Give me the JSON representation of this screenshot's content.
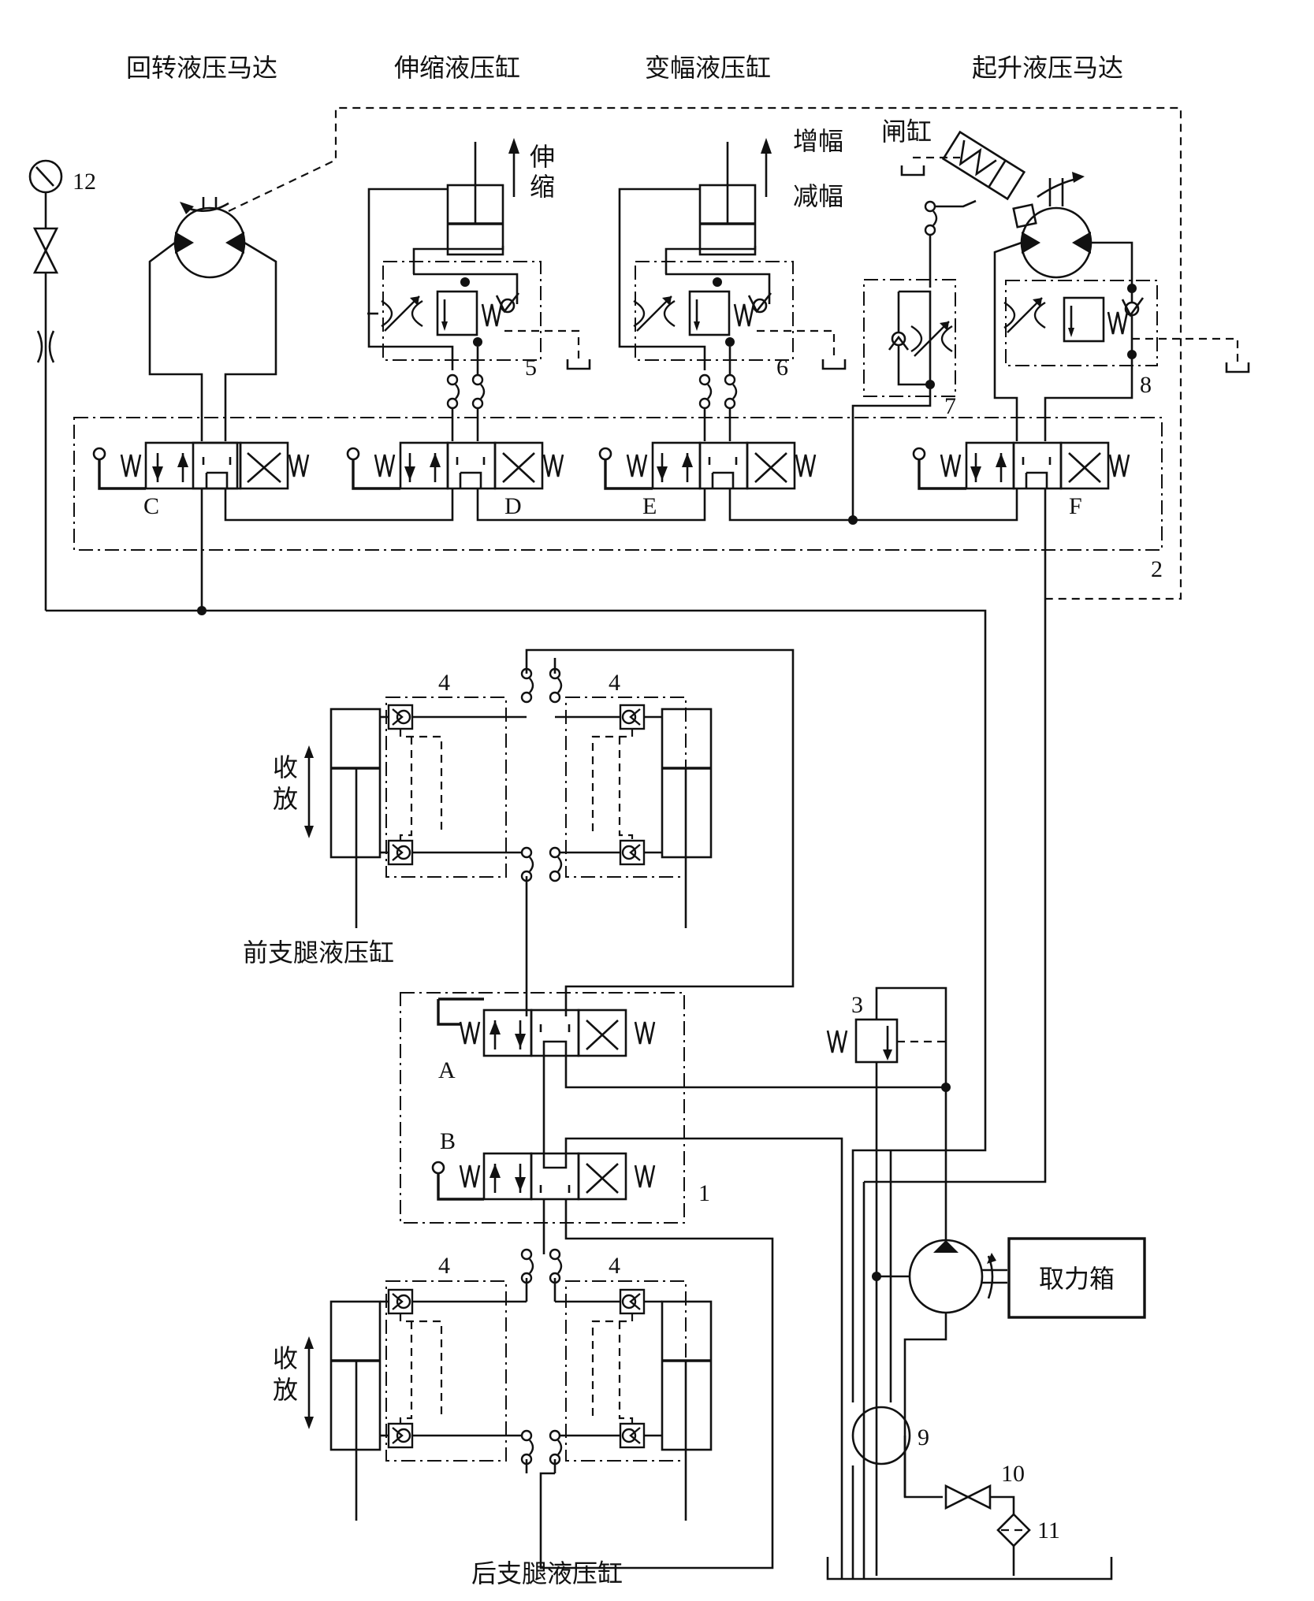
{
  "titles": {
    "slew_motor": "回转液压马达",
    "telescope_cyl": "伸缩液压缸",
    "luffing_cyl": "变幅液压缸",
    "hoist_motor": "起升液压马达",
    "front_outrigger": "前支腿液压缸",
    "rear_outrigger": "后支腿液压缸"
  },
  "annotations": {
    "extend_word_1": "伸",
    "extend_word_2": "缩",
    "luff_up": "增幅",
    "luff_down": "减幅",
    "brake_cyl": "闸缸",
    "retract_1": "收",
    "retract_2": "放",
    "pto": "取力箱"
  },
  "valve_letters": {
    "a": "A",
    "b": "B",
    "c": "C",
    "d": "D",
    "e": "E",
    "f": "F"
  },
  "numbers": {
    "n1": "1",
    "n2": "2",
    "n3": "3",
    "n4a": "4",
    "n4b": "4",
    "n4c": "4",
    "n4d": "4",
    "n5": "5",
    "n6": "6",
    "n7": "7",
    "n8": "8",
    "n9": "9",
    "n10": "10",
    "n11": "11",
    "n12": "12"
  }
}
